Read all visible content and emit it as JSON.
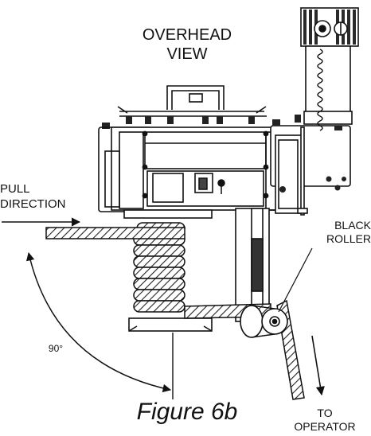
{
  "labels": {
    "overhead": "OVERHEAD",
    "view": "VIEW",
    "pull": "PULL",
    "direction": "DIRECTION",
    "black": "BLACK",
    "roller": "ROLLER",
    "angle": "90°",
    "figure": "Figure 6b",
    "to": "TO",
    "operator": "OPERATOR"
  }
}
